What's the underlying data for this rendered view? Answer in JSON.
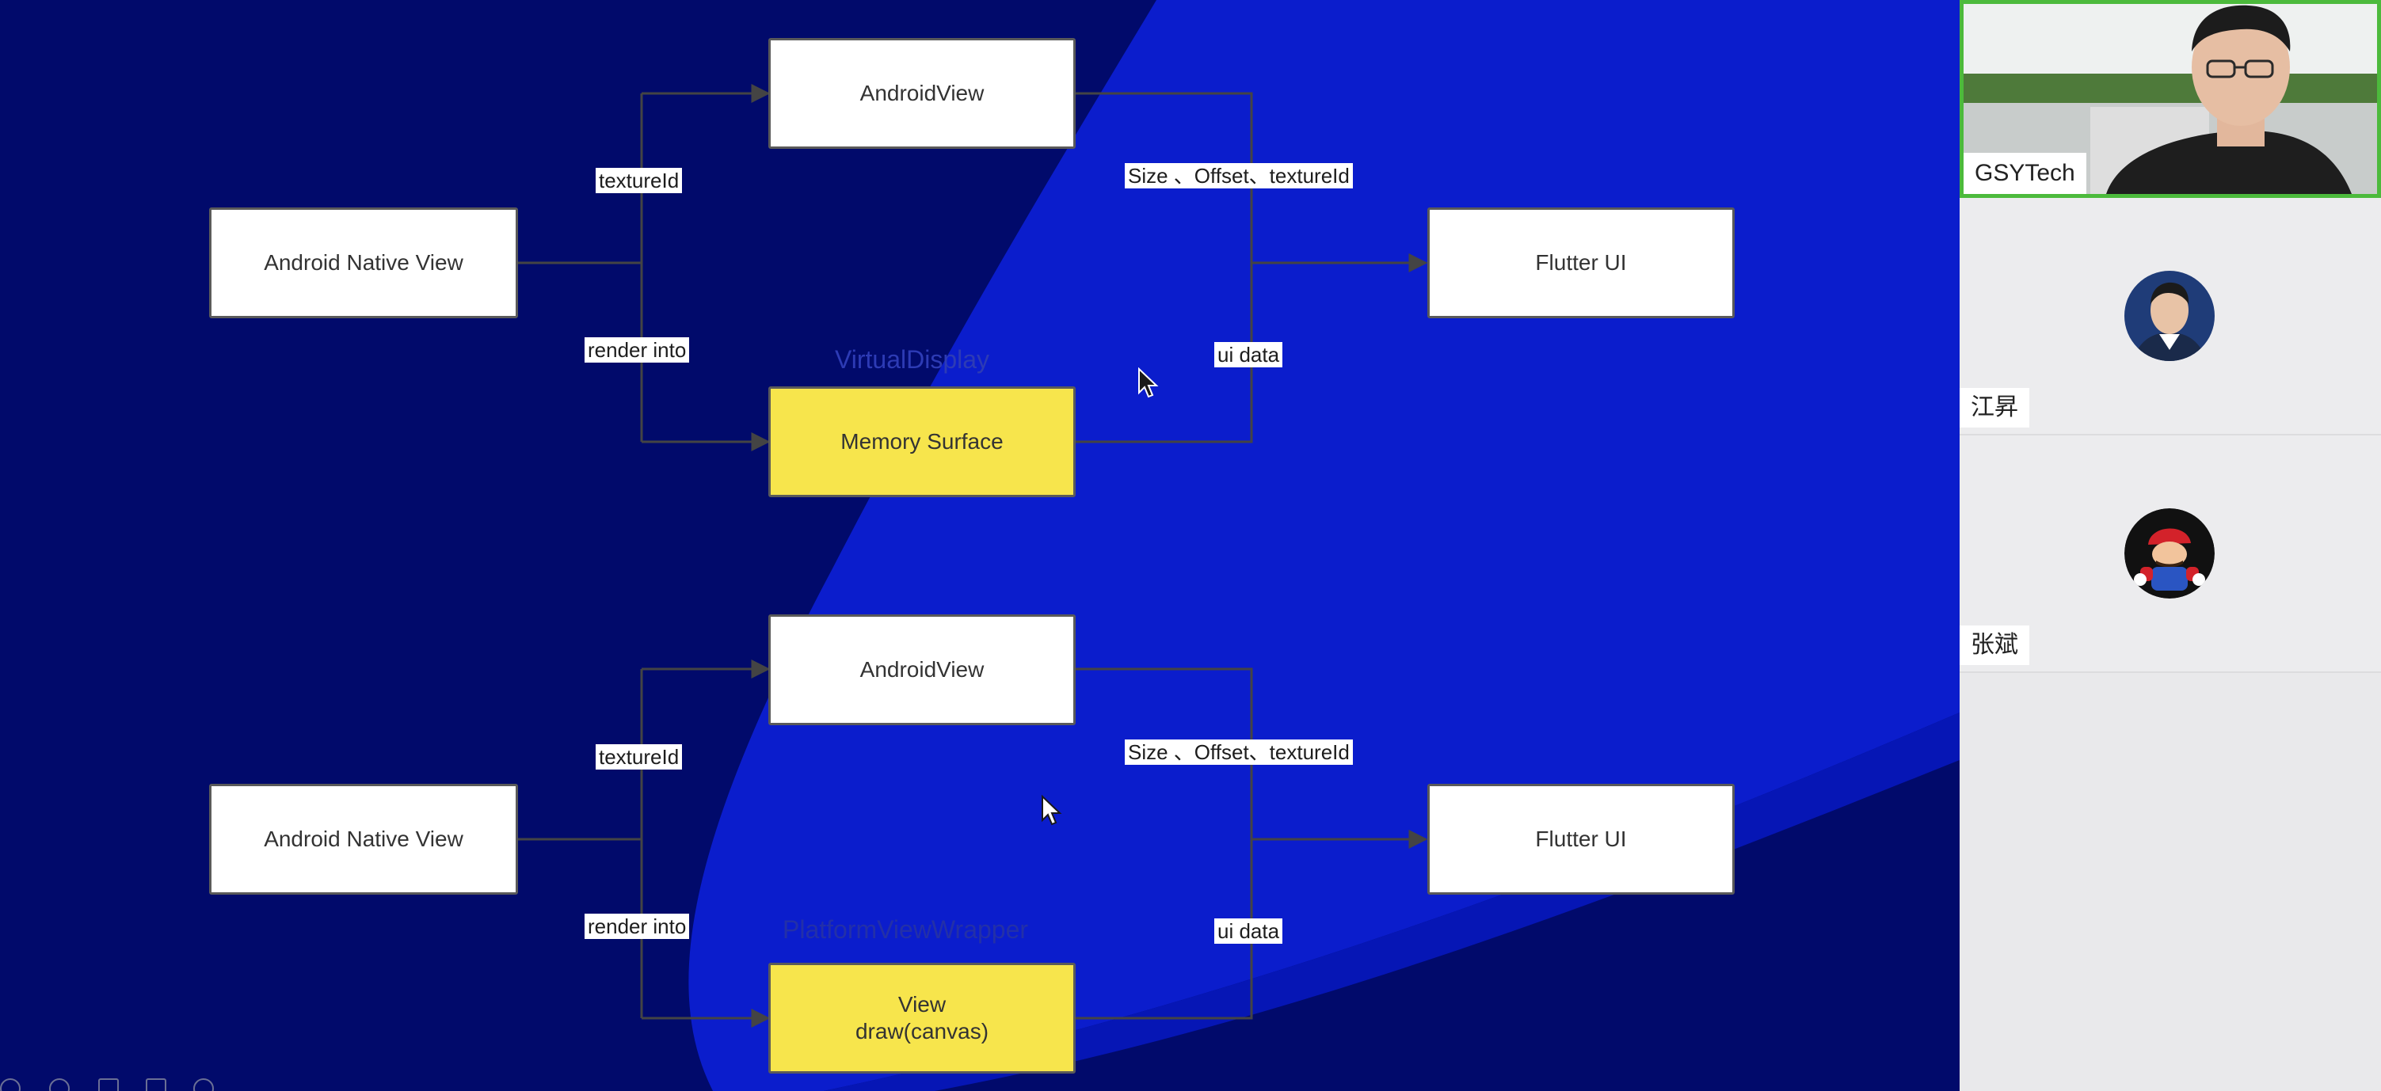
{
  "diagram_top": {
    "source_box": "Android Native View",
    "upper_box": "AndroidView",
    "lower_box": "Memory Surface",
    "target_box": "Flutter UI",
    "label_texture": "textureId",
    "label_render": "render into",
    "label_size": "Size 、Offset、textureId",
    "label_ui": "ui data",
    "container_caption": "VirtualDisplay"
  },
  "diagram_bottom": {
    "source_box": "Android Native View",
    "upper_box": "AndroidView",
    "lower_box_line1": "View",
    "lower_box_line2": "draw(canvas)",
    "target_box": "Flutter UI",
    "label_texture": "textureId",
    "label_render": "render into",
    "label_size": "Size 、Offset、textureId",
    "label_ui": "ui data",
    "container_caption": "PlatformViewWrapper"
  },
  "participants": [
    {
      "name": "GSYTech",
      "video": true,
      "active_speaker": true
    },
    {
      "name": "江昇",
      "video": false
    },
    {
      "name": "张斌",
      "video": false
    }
  ],
  "colors": {
    "slide_bg": "#010a6b",
    "highlight_bg": "#0d1fd0",
    "yellow_box": "#f7e54c",
    "speaker_border": "#4cba3c"
  },
  "icons": [
    "cursor-icon",
    "presentation-toolbar-icons",
    "avatar-portrait",
    "avatar-mario"
  ]
}
